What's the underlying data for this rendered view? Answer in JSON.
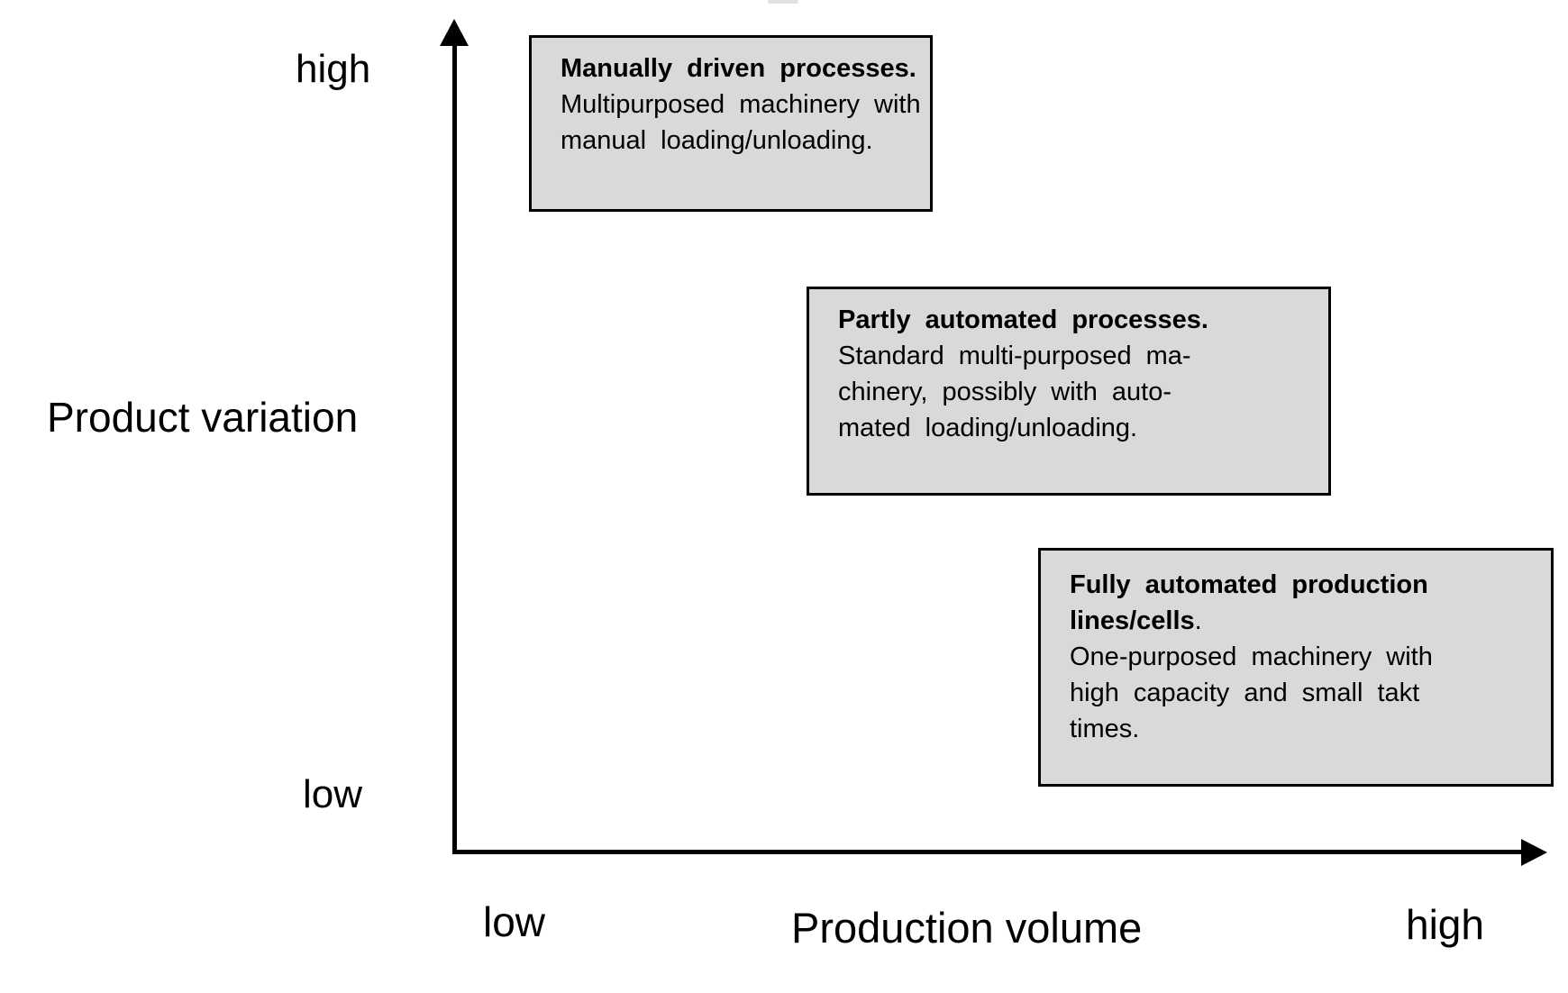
{
  "diagram": {
    "y_axis": {
      "title": "Product variation",
      "high_label": "high",
      "low_label": "low"
    },
    "x_axis": {
      "title": "Production volume",
      "low_label": "low",
      "high_label": "high"
    },
    "boxes": {
      "manual": {
        "title": "Manually driven processes.",
        "line1": "Multipurposed machinery with",
        "line2": "manual loading/unloading."
      },
      "partly": {
        "title": "Partly automated processes.",
        "line1": "Standard multi-purposed ma-",
        "line2": "chinery, possibly with auto-",
        "line3": "mated loading/unloading."
      },
      "fully": {
        "title1": "Fully automated production",
        "title2_bold": "lines/cells",
        "title2_rest": ".",
        "line1": "One-purposed machinery with",
        "line2": "high capacity and small takt",
        "line3": "times."
      }
    },
    "colors": {
      "box_fill": "#d9d9d9",
      "box_border": "#000000",
      "axis": "#000000",
      "background": "#ffffff"
    }
  }
}
